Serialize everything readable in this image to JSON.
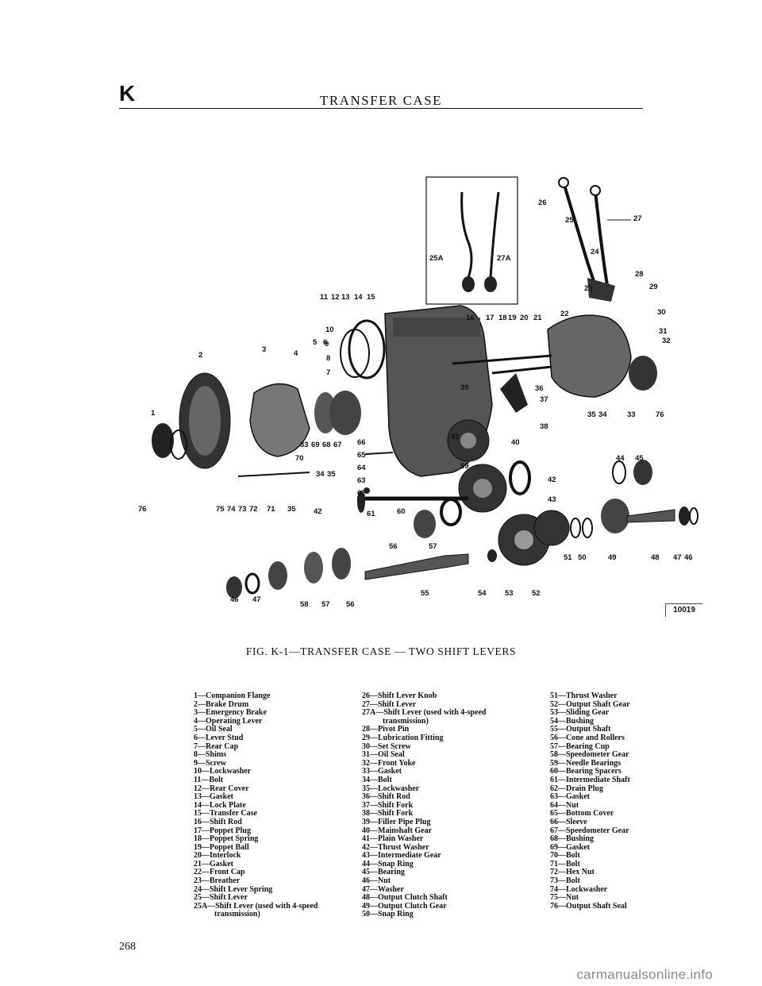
{
  "header": {
    "section_letter": "K",
    "title": "TRANSFER CASE"
  },
  "figure": {
    "id": "10019",
    "caption": "FIG. K-1—TRANSFER CASE — TWO SHIFT LEVERS",
    "callouts": [
      "26",
      "25",
      "27",
      "25A",
      "27A",
      "24",
      "28",
      "29",
      "23",
      "30",
      "31",
      "32",
      "22",
      "11",
      "12",
      "13",
      "14",
      "15",
      "16",
      "17",
      "18",
      "19",
      "20",
      "21",
      "10",
      "9",
      "8",
      "7",
      "5",
      "6",
      "4",
      "3",
      "2",
      "1",
      "39",
      "36",
      "37",
      "35",
      "34",
      "33",
      "76",
      "38",
      "41",
      "40",
      "33",
      "69",
      "68",
      "67",
      "66",
      "65",
      "64",
      "63",
      "70",
      "34",
      "35",
      "62",
      "44",
      "45",
      "42",
      "59",
      "42",
      "43",
      "75",
      "74",
      "73",
      "72",
      "71",
      "35",
      "76",
      "61",
      "60",
      "56",
      "57",
      "51",
      "50",
      "49",
      "48",
      "47",
      "46",
      "55",
      "54",
      "53",
      "52",
      "46",
      "47",
      "58",
      "57",
      "56"
    ]
  },
  "legend": {
    "col1": [
      "1—Companion Flange",
      "2—Brake Drum",
      "3—Emergency Brake",
      "4—Operating Lever",
      "5—Oil Seal",
      "6—Lever Stud",
      "7—Rear Cap",
      "8—Shims",
      "9—Screw",
      "10—Lockwasher",
      "11—Bolt",
      "12—Rear Cover",
      "13—Gasket",
      "14—Lock Plate",
      "15—Transfer Case",
      "16—Shift Rod",
      "17—Poppet Plug",
      "18—Poppet Spring",
      "19—Poppet Ball",
      "20—Interlock",
      "21—Gasket",
      "22—Front Cap",
      "23—Breather",
      "24—Shift Lever Spring",
      "25—Shift Lever",
      "25A—Shift Lever (used with 4-speed",
      "transmission)"
    ],
    "col2": [
      "26—Shift Lever Knob",
      "27—Shift Lever",
      "27A—Shift Lever (used with 4-speed",
      "transmission)",
      "28—Pivot Pin",
      "29—Lubrication Fitting",
      "30—Set Screw",
      "31—Oil Seal",
      "32—Front Yoke",
      "33—Gasket",
      "34—Bolt",
      "35—Lockwasher",
      "36—Shift Rod",
      "37—Shift Fork",
      "38—Shift Fork",
      "39—Filler Pipe Plug",
      "40—Mainshaft Gear",
      "41—Plain Washer",
      "42—Thrust Washer",
      "43—Intermediate Gear",
      "44—Snap Ring",
      "45—Bearing",
      "46—Nut",
      "47—Washer",
      "48—Output Clutch Shaft",
      "49—Output Clutch Gear",
      "50—Snap Ring"
    ],
    "col3": [
      "51—Thrust Washer",
      "52—Output Shaft Gear",
      "53—Sliding Gear",
      "54—Bushing",
      "55—Output Shaft",
      "56—Cone and Rollers",
      "57—Bearing Cup",
      "58—Speedometer Gear",
      "59—Needle Bearings",
      "60—Bearing Spacers",
      "61—Intermediate Shaft",
      "62—Drain Plug",
      "63—Gasket",
      "64—Nut",
      "65—Bottom Cover",
      "66—Sleeve",
      "67—Speedometer Gear",
      "68—Bushing",
      "69—Gasket",
      "70—Bolt",
      "71—Bolt",
      "72—Hex Nut",
      "73—Bolt",
      "74—Lockwasher",
      "75—Nut",
      "76—Output Shaft Seal"
    ]
  },
  "page_number": "268",
  "watermark": "carmanualsonline.info"
}
